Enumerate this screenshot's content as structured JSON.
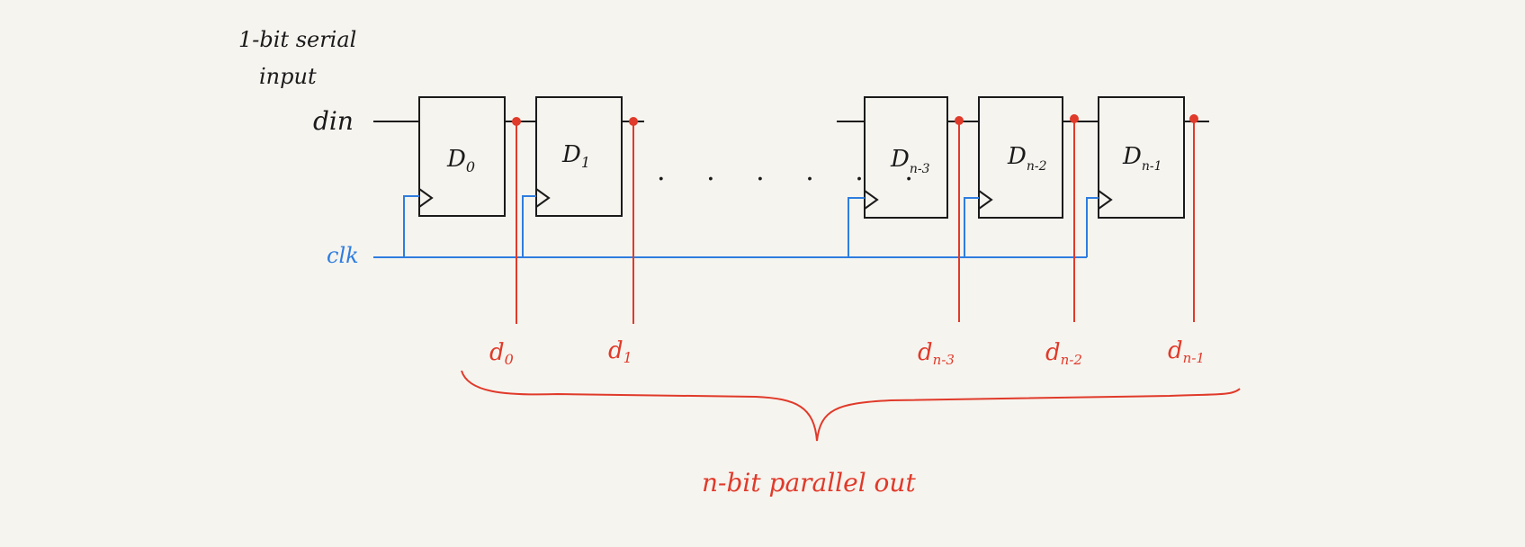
{
  "input": {
    "serial_line1": "1-bit serial",
    "serial_line2": "input",
    "din": "din",
    "clk": "clk"
  },
  "flipflops": [
    {
      "name": "D",
      "sub": "0"
    },
    {
      "name": "D",
      "sub": "1"
    },
    {
      "name": "D",
      "sub": "n-3"
    },
    {
      "name": "D",
      "sub": "n-2"
    },
    {
      "name": "D",
      "sub": "n-1"
    }
  ],
  "ellipsis": ". . . . . .",
  "outputs": [
    {
      "name": "d",
      "sub": "0"
    },
    {
      "name": "d",
      "sub": "1"
    },
    {
      "name": "d",
      "sub": "n-3"
    },
    {
      "name": "d",
      "sub": "n-2"
    },
    {
      "name": "d",
      "sub": "n-1"
    }
  ],
  "parallel_label": "n-bit parallel out",
  "colors": {
    "ink": "#1a1a1a",
    "clock": "#2e7de0",
    "output": "#e03a2a",
    "paper": "#f6f4ef"
  }
}
